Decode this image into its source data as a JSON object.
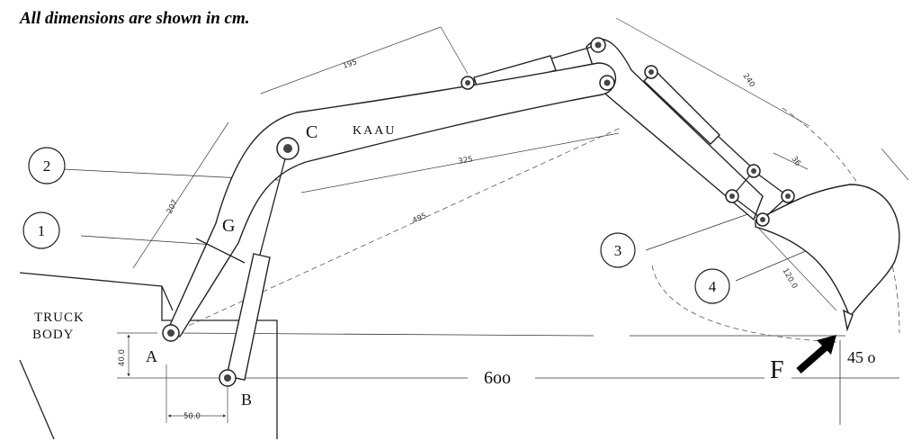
{
  "header": {
    "note": "All dimensions are shown in cm."
  },
  "truck_body": {
    "line1": "TRUCK",
    "line2": "BODY"
  },
  "boom": {
    "text": "KAAU"
  },
  "joints": {
    "A": "A",
    "B": "B",
    "C": "C",
    "G": "G",
    "F": "F"
  },
  "callouts": {
    "c1": "1",
    "c2": "2",
    "c3": "3",
    "c4": "4"
  },
  "dimensions": {
    "d40": "40.0",
    "d50": "50.0",
    "d600": "6oo",
    "d195": "195",
    "d207": "207",
    "d325": "325",
    "d495": "495",
    "d240": "240",
    "d36": "36",
    "d120": "120.0",
    "d45": "45 o"
  },
  "colors": {
    "line": "#222222",
    "background": "#ffffff"
  }
}
